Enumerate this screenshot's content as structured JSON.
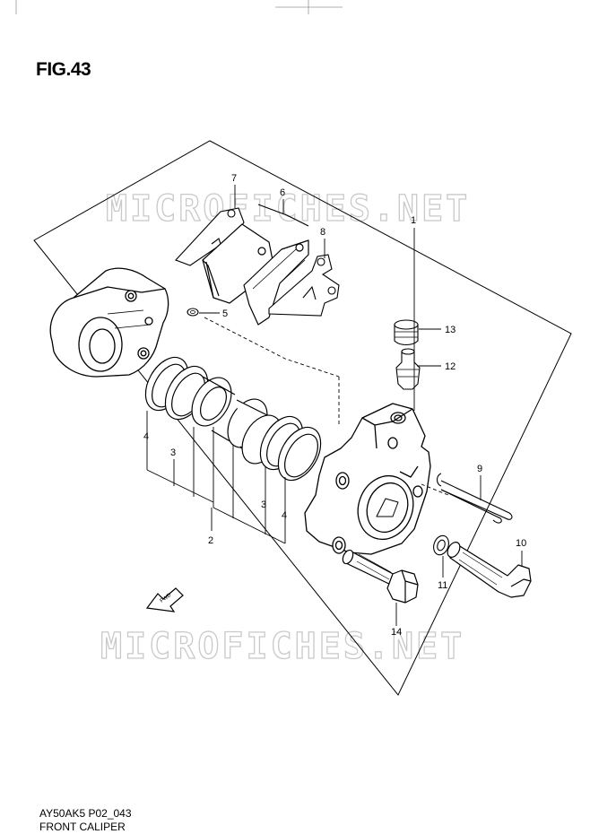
{
  "figure_title": "FIG.43",
  "watermark_text": "MICROFICHES.NET",
  "footer": {
    "code": "AY50AK5 P02_043",
    "name": "FRONT CALIPER"
  },
  "part_numbers": {
    "p1": "1",
    "p2": "2",
    "p3a": "3",
    "p3b": "3",
    "p4a": "4",
    "p4b": "4",
    "p5": "5",
    "p6": "6",
    "p7": "7",
    "p8": "8",
    "p9": "9",
    "p10": "10",
    "p11": "11",
    "p12": "12",
    "p13": "13",
    "p14": "14"
  },
  "colors": {
    "line": "#000000",
    "watermark": "#c9c9c9",
    "background": "#ffffff"
  },
  "icons": {
    "front_arrow": "front-direction-arrow-icon"
  }
}
